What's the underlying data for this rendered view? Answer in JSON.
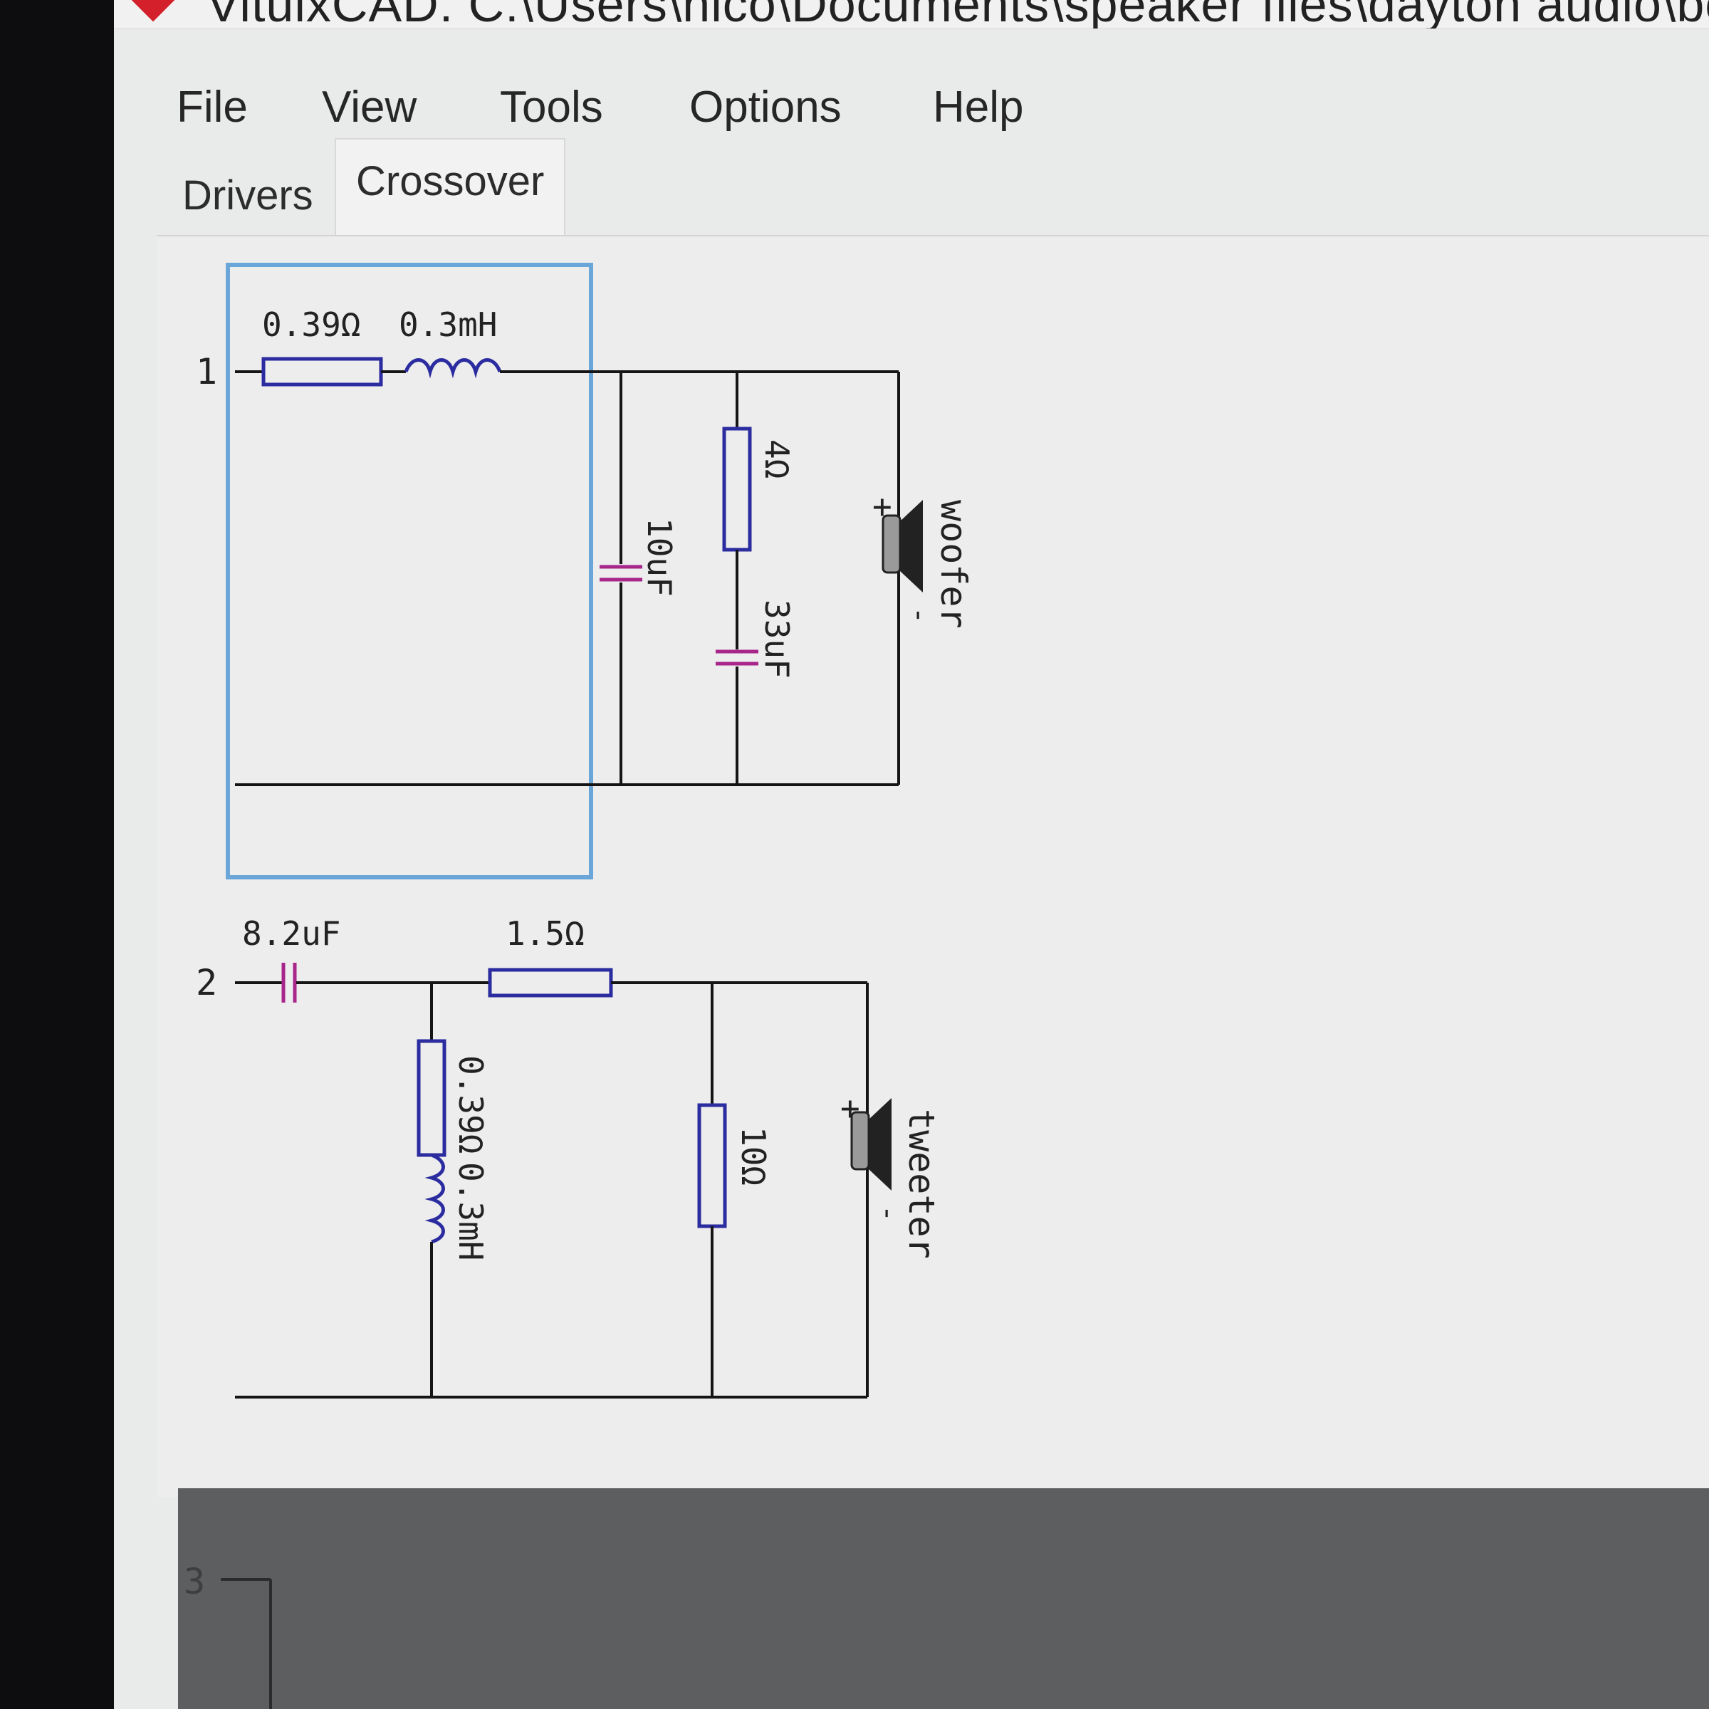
{
  "window": {
    "title": "VituixCAD: C:\\Users\\nico\\Documents\\speaker files\\dayton audio\\books"
  },
  "menu": {
    "items": [
      "File",
      "View",
      "Tools",
      "Options",
      "Help"
    ]
  },
  "tabs": {
    "drivers": "Drivers",
    "crossover": "Crossover"
  },
  "schematic": {
    "branch1": {
      "number": "1",
      "series_resistor": "0.39Ω",
      "series_inductor": "0.3mH",
      "shunt_capacitor": "10uF",
      "zobel_resistor": "4Ω",
      "zobel_capacitor": "33uF",
      "driver_name": "woofer",
      "plus": "+",
      "minus": "-"
    },
    "branch2": {
      "number": "2",
      "series_capacitor": "8.2uF",
      "series_resistor": "1.5Ω",
      "shunt_resistor": "0.39Ω",
      "shunt_inductor": "0.3mH",
      "parallel_resistor": "10Ω",
      "driver_name": "tweeter",
      "plus": "+",
      "minus": "-"
    },
    "branch3": {
      "number": "3"
    }
  },
  "colors": {
    "wire": "#151515",
    "resistor": "#2b2ca0",
    "inductor": "#2b2ca0",
    "capacitor": "#a8258a",
    "selection": "#6aa7d8"
  }
}
